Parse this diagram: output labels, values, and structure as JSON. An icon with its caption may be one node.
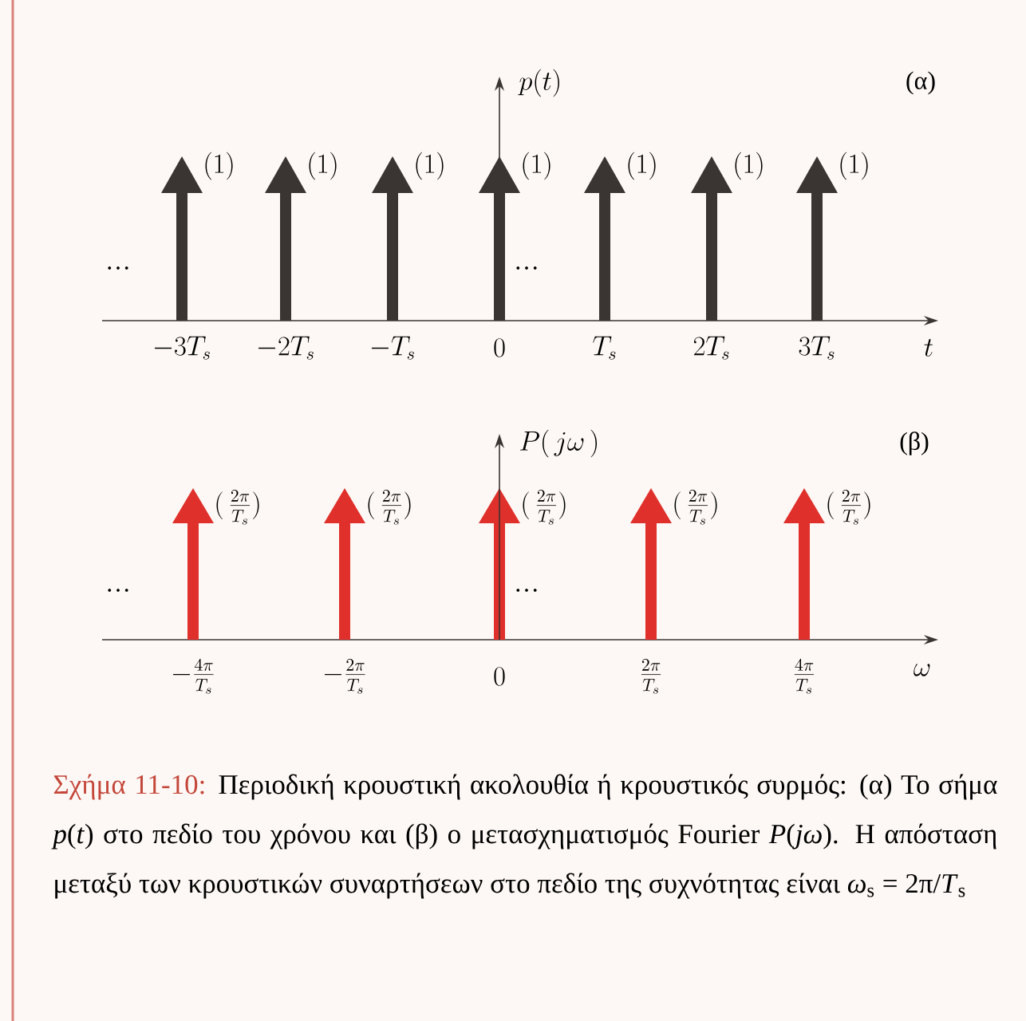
{
  "diagram": {
    "caption": "Περιοδική κρουστική ακολουθία ή κρουστικός συρμός: (α) Το σήμα *p*(*t*) στο πεδίο του χρόνου και (β) ο μετασχηματισμός Fourier *P*(*jω*). Η απόσταση μεταξύ των κρουστικών συναρτήσεων στο πεδίο της συχνότητας είναι *ω*$_{s}$ = 2π/*T*$_{s}$",
    "labels": [
      "p(t)",
      "(α)",
      "(1)",
      "(1)",
      "(1)",
      "(1)",
      "(1)",
      "(1)",
      "(1)",
      "…",
      "…",
      "-3T_s",
      "-2T_s",
      "-T_s",
      "0",
      "T_s",
      "2T_s",
      "3T_s",
      "t",
      "P(\\,j\\omega\\,)",
      "(β)",
      "(\\,\\frac{2\\pi}{T_s})",
      "(\\,\\frac{2\\pi}{T_s})",
      "(\\,\\frac{2\\pi}{T_s})",
      "(\\,\\frac{2\\pi}{T_s})",
      "(\\,\\frac{2\\pi}{T_s})",
      "…",
      "…",
      "-\\frac{4\\pi}{T_s}",
      "-\\frac{2\\pi}{T_s}",
      "0",
      "\\frac{2\\pi}{T_s}",
      "\\frac{4\\pi}{T_s}",
      "\\omega",
      "Σχήμα 11-10:"
    ]
  }
}
